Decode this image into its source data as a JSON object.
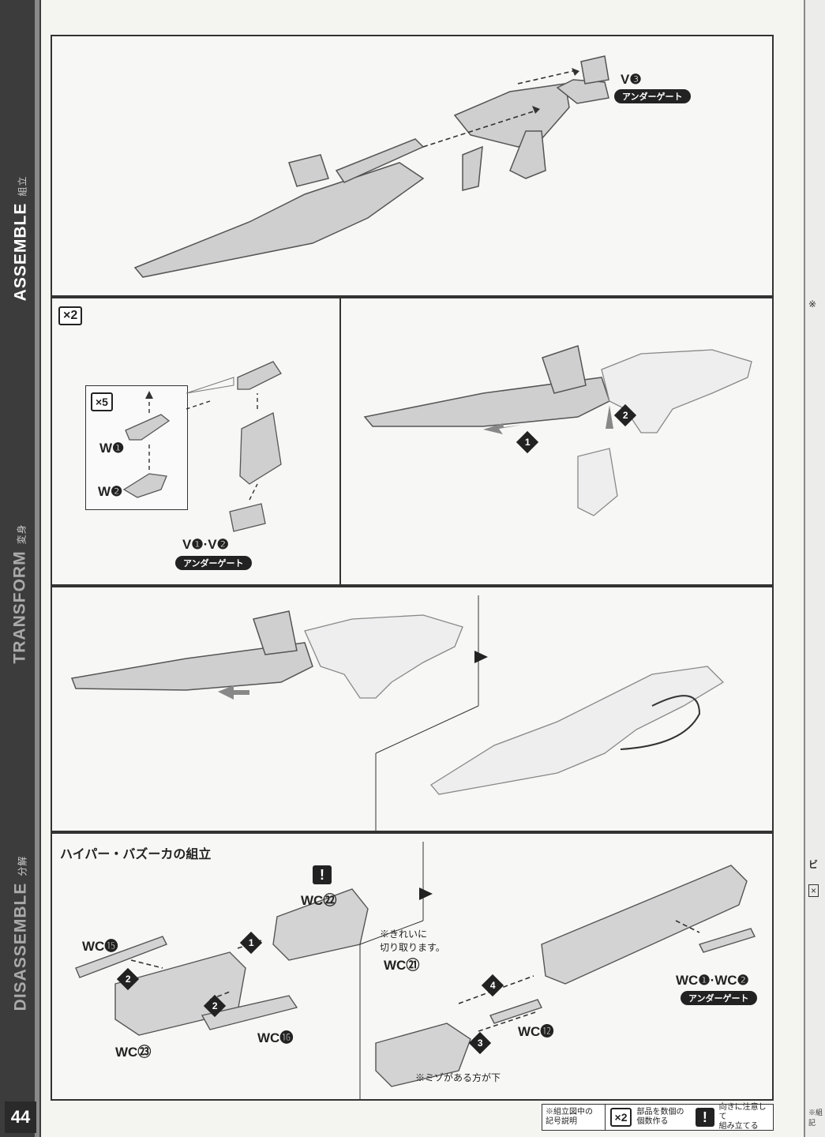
{
  "sidebar": {
    "assemble": "ASSEMBLE",
    "assemble_jp": "組立",
    "transform": "TRANSFORM",
    "transform_jp": "変身",
    "disassemble": "DISASSEMBLE",
    "disassemble_jp": "分解",
    "page_number": "44"
  },
  "panel1": {
    "part": "V❸",
    "gate": "アンダーゲート"
  },
  "panel2": {
    "qty": "×2",
    "inset_qty": "×5",
    "w1": "W❶",
    "w2": "W❷",
    "v_parts": "V❶·V❷",
    "gate": "アンダーゲート"
  },
  "panel3": {
    "step1": "1",
    "step2": "2"
  },
  "panel5": {
    "title": "ハイパー・バズーカの組立",
    "wc15": "WC⓯",
    "wc22": "WC㉒",
    "wc23": "WC㉓",
    "wc16": "WC⓰",
    "caution": "!",
    "step1": "1",
    "step2a": "2",
    "step2b": "2",
    "note_cut": "※きれいに\n切り取ります。",
    "wc21": "WC㉑",
    "wc12": "WC⓬",
    "note_groove": "※ミゾがある方が下",
    "step3": "3",
    "step4": "4",
    "wc1_2": "WC❶·WC❷",
    "gate": "アンダーゲート"
  },
  "legend": {
    "title": "※組立図中の\n記号説明",
    "qty_icon": "×2",
    "qty_text": "部品を数個の\n個数作る",
    "caution_icon": "!",
    "caution_text": "向きに注意して\n組み立てる"
  },
  "right_page": {
    "frag1": "※",
    "frag2": "ビ",
    "frag3": "×",
    "frag4": "※組\n記"
  }
}
